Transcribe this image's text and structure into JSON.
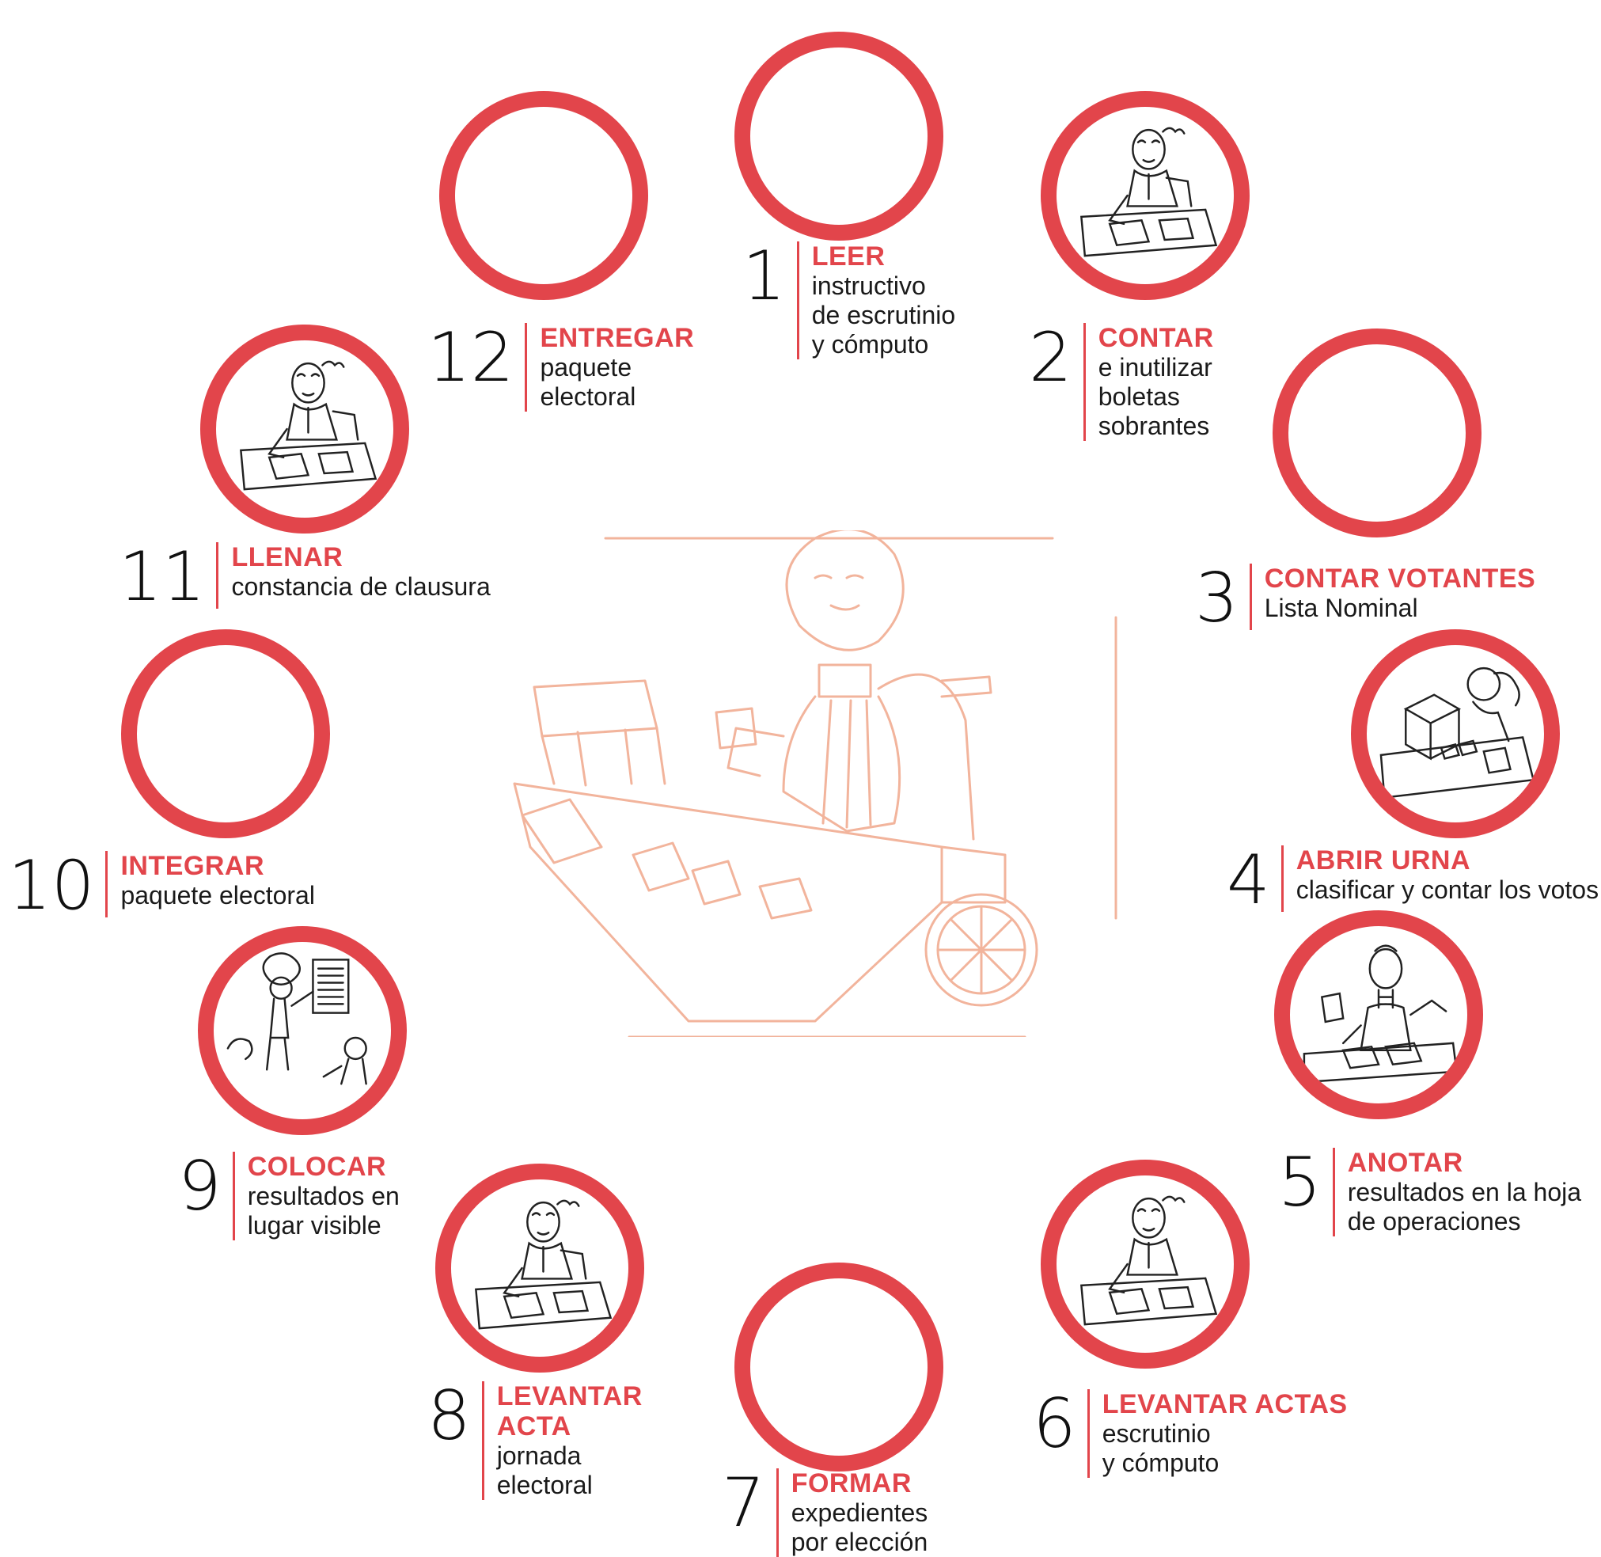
{
  "accent_color": "#e2454b",
  "illustration_color": "#f2b49c",
  "steps": [
    {
      "number": "1",
      "title": "LEER",
      "desc": "instructivo\nde escrutinio\ny cómputo"
    },
    {
      "number": "2",
      "title": "CONTAR",
      "desc": "e inutilizar\nboletas\nsobrantes"
    },
    {
      "number": "3",
      "title": "CONTAR VOTANTES",
      "desc": "Lista Nominal"
    },
    {
      "number": "4",
      "title": "ABRIR URNA",
      "desc": "clasificar y contar los votos"
    },
    {
      "number": "5",
      "title": "ANOTAR",
      "desc": "resultados en la hoja\nde operaciones"
    },
    {
      "number": "6",
      "title": "LEVANTAR ACTAS",
      "desc": "escrutinio\ny cómputo"
    },
    {
      "number": "7",
      "title": "FORMAR",
      "desc": "expedientes\npor elección"
    },
    {
      "number": "8",
      "title": "LEVANTAR\nACTA",
      "desc": "jornada\nelectoral"
    },
    {
      "number": "9",
      "title": "COLOCAR",
      "desc": "resultados en\nlugar visible"
    },
    {
      "number": "10",
      "title": "INTEGRAR",
      "desc": "paquete electoral"
    },
    {
      "number": "11",
      "title": "LLENAR",
      "desc": "constancia de clausura"
    },
    {
      "number": "12",
      "title": "ENTREGAR",
      "desc": "paquete\nelectoral"
    }
  ]
}
